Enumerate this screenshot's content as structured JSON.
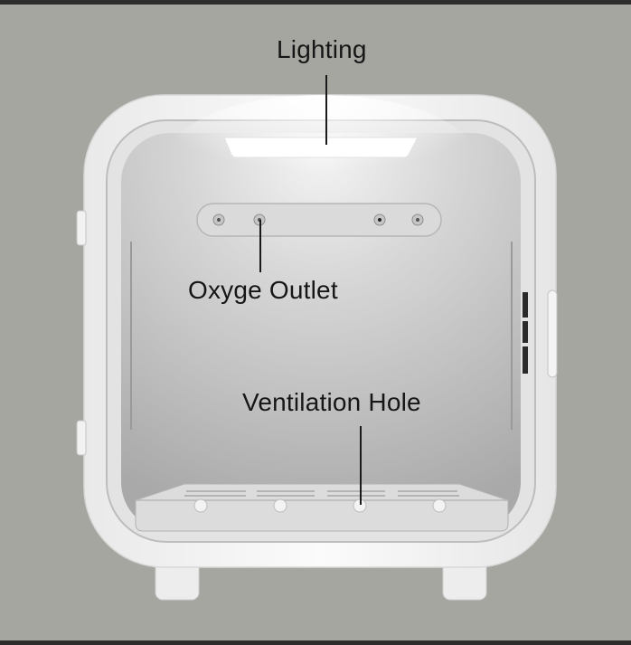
{
  "callouts": {
    "lighting": "Lighting",
    "oxygen_outlet": "Oxyge Outlet",
    "ventilation_hole": "Ventilation Hole"
  },
  "colors": {
    "backdrop": "#a6a6a1",
    "frame": "#2d2d2d",
    "shell": "#f7f7f7",
    "interior": "#c9c9c9",
    "callout_line": "#1a1a1a"
  }
}
